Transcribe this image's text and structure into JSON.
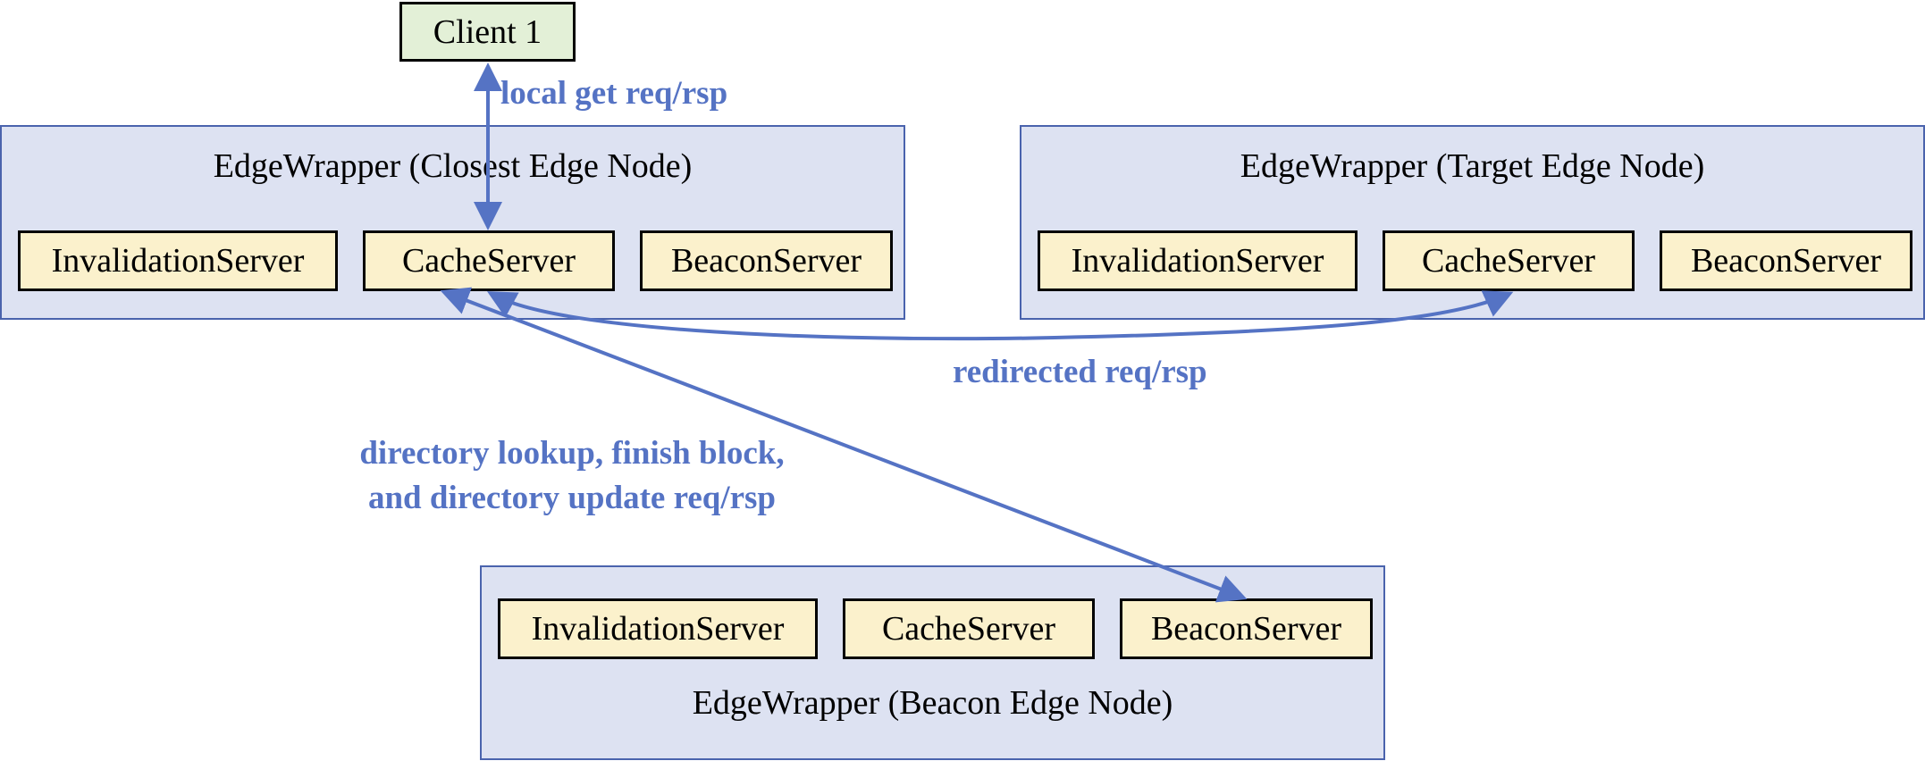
{
  "client": {
    "label": "Client 1"
  },
  "nodes": {
    "closest": {
      "title": "EdgeWrapper (Closest Edge Node)",
      "servers": [
        "InvalidationServer",
        "CacheServer",
        "BeaconServer"
      ]
    },
    "target": {
      "title": "EdgeWrapper (Target Edge Node)",
      "servers": [
        "InvalidationServer",
        "CacheServer",
        "BeaconServer"
      ]
    },
    "beacon": {
      "title": "EdgeWrapper (Beacon Edge Node)",
      "servers": [
        "InvalidationServer",
        "CacheServer",
        "BeaconServer"
      ]
    }
  },
  "edges": {
    "local": "local get req/rsp",
    "redirected": "redirected req/rsp",
    "directory_line1": "directory lookup, finish block,",
    "directory_line2": "and directory update req/rsp"
  },
  "colors": {
    "arrow": "#5573c4",
    "node_fill": "#dde2f2",
    "node_border": "#4a63ad",
    "server_fill": "#fbf1cc",
    "client_fill": "#e3f0d7"
  }
}
